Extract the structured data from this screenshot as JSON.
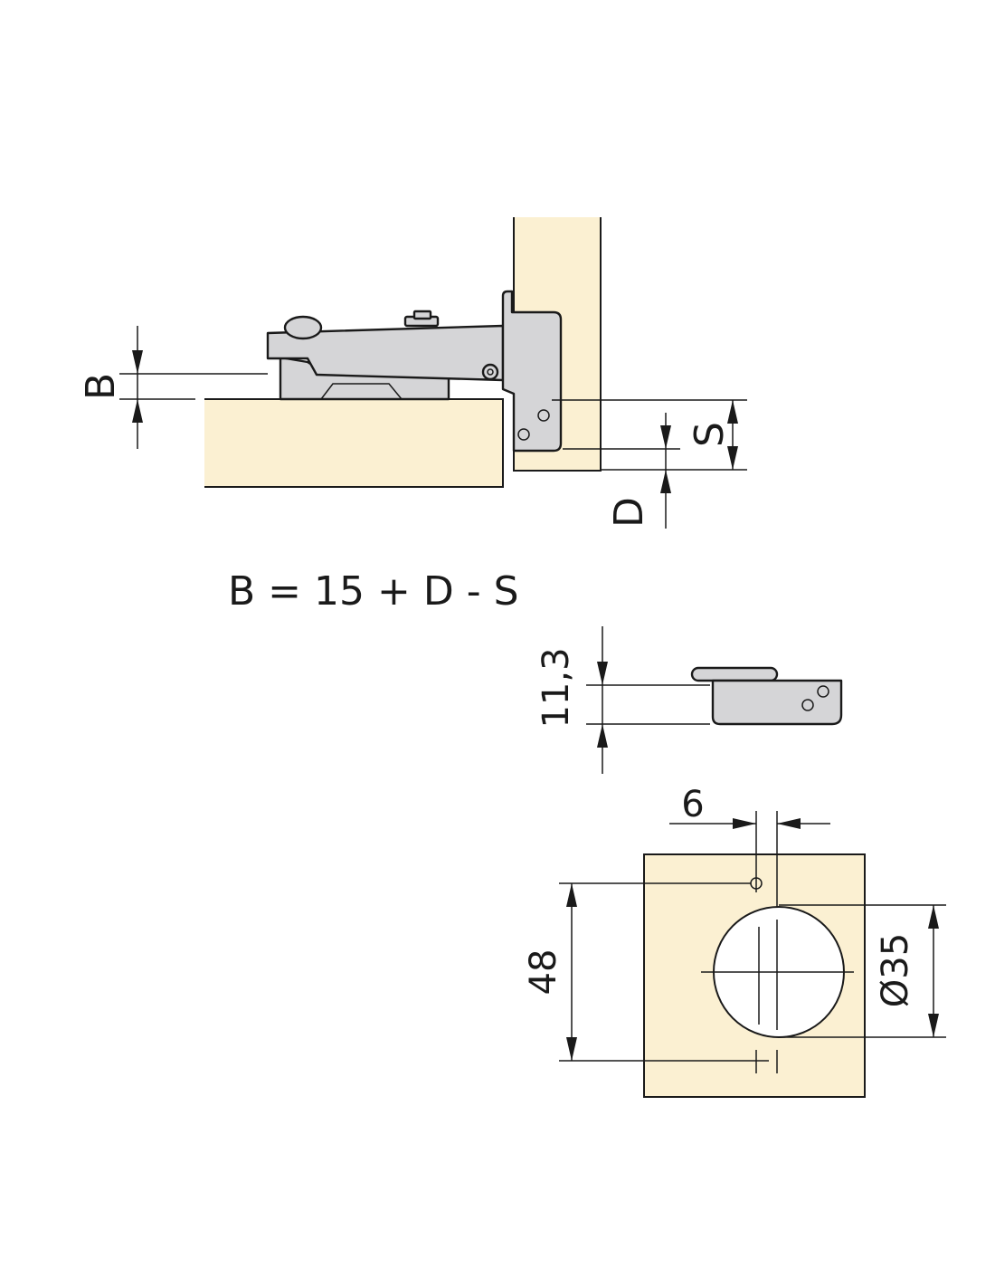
{
  "dimensions": {
    "b_label": "B",
    "s_label": "S",
    "d_label": "D",
    "plate_height": "11,3",
    "offset": "6",
    "hole_spacing": "48",
    "cup_diameter": "Ø35"
  },
  "formula": "B = 15 + D - S",
  "colors": {
    "wood": "#fbf0d2",
    "metal": "#d5d5d7",
    "line": "#1a1a1a"
  }
}
